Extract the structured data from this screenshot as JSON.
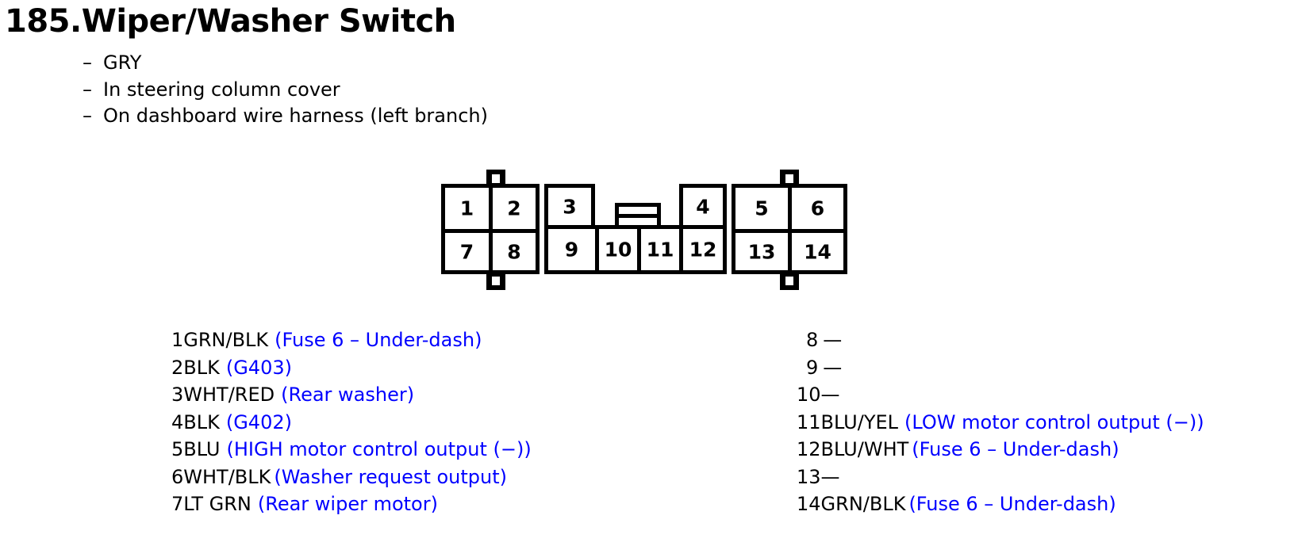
{
  "title": "185.Wiper/Washer Switch",
  "bullets": [
    {
      "marker": "–",
      "text": "GRY"
    },
    {
      "marker": "–",
      "text": "In steering column cover"
    },
    {
      "marker": "–",
      "text": "On dashboard wire harness (left branch)"
    }
  ],
  "connector": {
    "top_row": [
      "1",
      "2",
      "3",
      "4",
      "5",
      "6"
    ],
    "bottom_row": [
      "7",
      "8",
      "9",
      "10",
      "11",
      "12",
      "13",
      "14"
    ],
    "latch_name": "center-latch"
  },
  "pins_left": [
    {
      "num": "1",
      "wire": "GRN/BLK",
      "desc": "(Fuse 6 – Under-dash)"
    },
    {
      "num": "2",
      "wire": "BLK",
      "desc": "(G403)"
    },
    {
      "num": "3",
      "wire": "WHT/RED",
      "desc": "(Rear washer)"
    },
    {
      "num": "4",
      "wire": "BLK",
      "desc": "(G402)"
    },
    {
      "num": "5",
      "wire": "BLU",
      "desc": "(HIGH motor control output (−))"
    },
    {
      "num": "6",
      "wire": "WHT/BLK",
      "desc": "(Washer request output)"
    },
    {
      "num": "7",
      "wire": "LT GRN",
      "desc": "(Rear wiper motor)"
    }
  ],
  "pins_right": [
    {
      "num": "8",
      "wire": "",
      "desc": "—"
    },
    {
      "num": "9",
      "wire": "",
      "desc": "—"
    },
    {
      "num": "10",
      "wire": "",
      "desc": "—"
    },
    {
      "num": "11",
      "wire": "BLU/YEL",
      "desc": "(LOW motor control output (−))"
    },
    {
      "num": "12",
      "wire": "BLU/WHT",
      "desc": "(Fuse 6 – Under-dash)"
    },
    {
      "num": "13",
      "wire": "",
      "desc": "—"
    },
    {
      "num": "14",
      "wire": "GRN/BLK",
      "desc": "(Fuse 6 – Under-dash)"
    }
  ],
  "colors": {
    "text": "#000000",
    "description": "#0000ff",
    "background": "#ffffff"
  }
}
